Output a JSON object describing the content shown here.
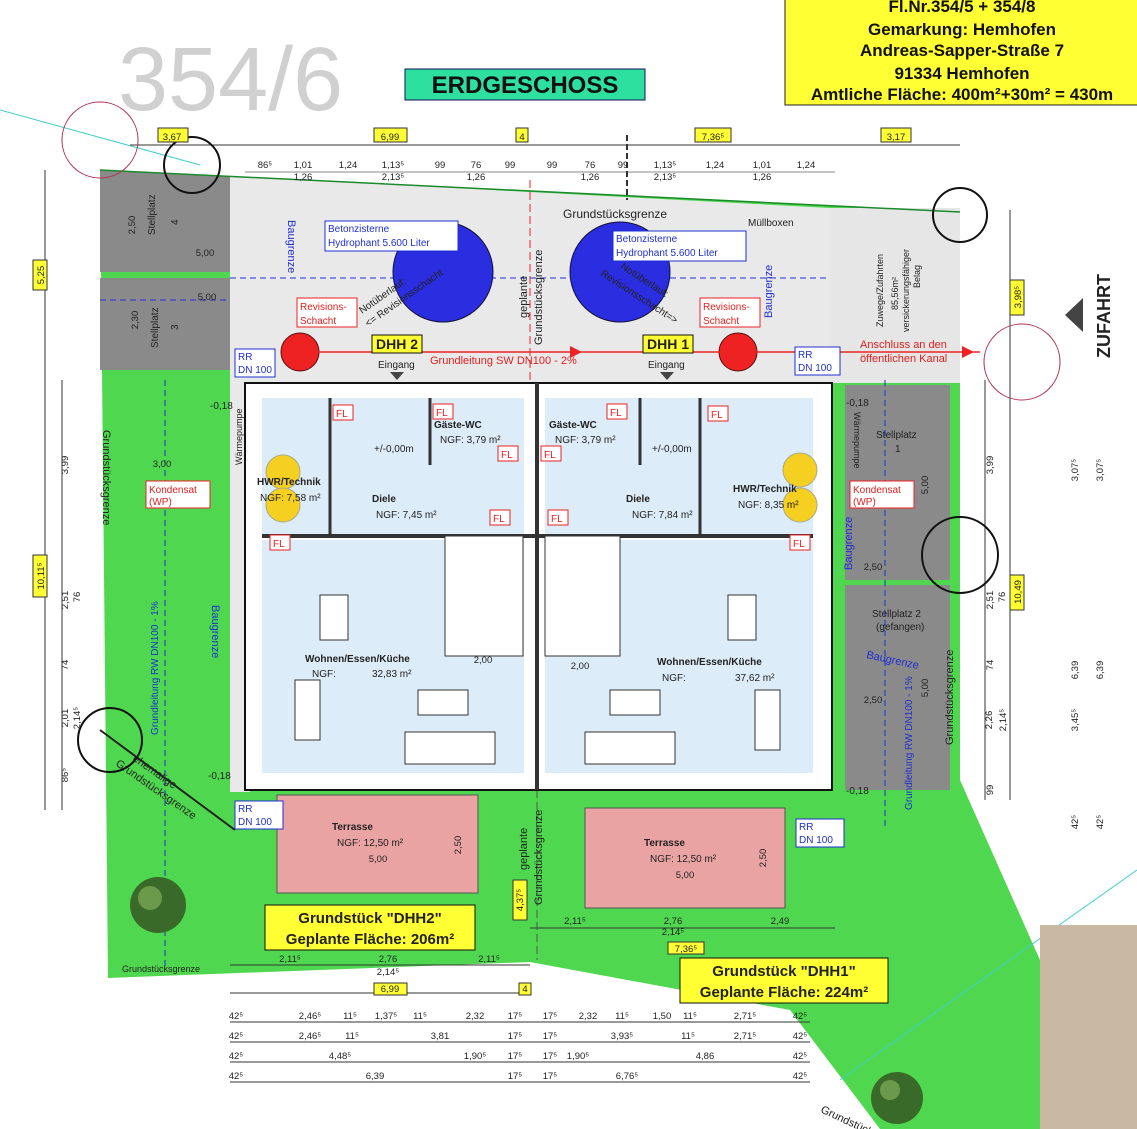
{
  "header": {
    "title": "ERDGESCHOSS",
    "watermark": "354/6",
    "info_lines": [
      "Fl.Nr.354/5 + 354/8",
      "Gemarkung: Hemhofen",
      "Andreas-Sapper-Straße 7",
      "91334 Hemhofen",
      "Amtliche Fläche: 400m²+30m² = 430m"
    ]
  },
  "colors": {
    "plot_green": "#4fd84f",
    "paving": "#e9e9e9",
    "parking": "#8a8a8a",
    "interior": "#dcecf8",
    "terrace": "#e9a3a3",
    "cistern": "#2a2ee0",
    "manhole": "#ee2222",
    "heatpump": "#f5d020",
    "label_yellow": "#ffff33",
    "title_green": "#2ee0a0"
  },
  "dims": {
    "top_main": [
      "3,67",
      "6,99",
      "4",
      "7,36⁵",
      "3,17"
    ],
    "top_row1": [
      "86⁵",
      "1,01",
      "1,24",
      "1,13⁵",
      "99",
      "76",
      "99",
      "99",
      "76",
      "99",
      "1,13⁵",
      "1,24",
      "1,01",
      "1,24"
    ],
    "top_row2": [
      "1,26",
      "2,13⁵",
      "1,26",
      "1,26",
      "2,13⁵",
      "1,26"
    ],
    "bottom_rows": [
      [
        "42⁵",
        "2,46⁵",
        "11⁵",
        "1,37⁵",
        "11⁵",
        "2,32",
        "17⁵",
        "17⁵",
        "2,32",
        "11⁵",
        "1,50",
        "11⁵",
        "2,71⁵",
        "42⁵"
      ],
      [
        "42⁵",
        "2,46⁵",
        "11⁵",
        "3,81",
        "17⁵",
        "17⁵",
        "3,93⁵",
        "11⁵",
        "2,71⁵",
        "42⁵"
      ],
      [
        "42⁵",
        "4,48⁵",
        "1,90⁵",
        "17⁵",
        "17⁵",
        "1,90⁵",
        "4,86",
        "42⁵"
      ],
      [
        "42⁵",
        "6,39",
        "17⁵",
        "17⁵",
        "6,76⁵",
        "42⁵"
      ]
    ],
    "left_vertical": [
      "5,25",
      "10,11⁵",
      "3,99",
      "2,51",
      "76",
      "74",
      "2,01",
      "2,14⁵",
      "86⁵"
    ],
    "right_vertical": [
      "3,98⁵",
      "10,49",
      "3,99",
      "2,51",
      "76",
      "74",
      "2,26",
      "2,14⁵",
      "99",
      "3,07⁵",
      "3,07⁵",
      "6,39",
      "6,39",
      "3,45⁵",
      "42⁵",
      "42⁵"
    ],
    "terrace_left": [
      "5,00",
      "2,50"
    ],
    "terrace_right": [
      "5,00",
      "2,50"
    ],
    "bottom_left": [
      "2,11⁵",
      "2,76",
      "2,14⁵",
      "2,11⁵",
      "6,99",
      "4"
    ],
    "bottom_right": [
      "2,11⁵",
      "2,76",
      "2,14⁵",
      "2,49",
      "7,36⁵",
      "4,37⁵"
    ],
    "parking_left": [
      "2,50",
      "5,00",
      "5,00",
      "2,30",
      "3,00"
    ],
    "parking_right": [
      "5,00",
      "2,50",
      "5,00",
      "2,50"
    ],
    "living": [
      "2,00",
      "2,00"
    ]
  },
  "labels": {
    "grundstuecksgrenze": "Grundstücksgrenze",
    "muellboxen": "Müllboxen",
    "cistern": [
      "Betonzisterne",
      "Hydrophant 5.600 Liter"
    ],
    "notueberlauf_left": [
      "Notüberlauf:",
      "<= Revisionsschacht"
    ],
    "notueberlauf_right": [
      "Notüberlauf:",
      "Revisionsschacht=>"
    ],
    "geplante": [
      "geplante",
      "Grundstücksgrenze"
    ],
    "baugrenze": "Baugrenze",
    "revisionsschacht": [
      "Revisions-",
      "Schacht"
    ],
    "rr": [
      "RR",
      "DN 100"
    ],
    "dhh2": "DHH 2",
    "dhh1": "DHH 1",
    "eingang": "Eingang",
    "grundleitung_sw": "Grundleitung SW DN100 - 2%",
    "anschluss": [
      "Anschluss an den",
      "öffentlichen Kanal"
    ],
    "zuwege": [
      "Zuwege/Zufahrten",
      "85,56m²",
      "versickerungsfähiger",
      "Belag"
    ],
    "zufahrt": "ZUFAHRT",
    "stellplatz": [
      "Stellplatz",
      "4",
      "Stellplatz",
      "3",
      "Stellplatz",
      "1",
      "Stellplatz 2",
      "(gefangen)"
    ],
    "waermepumpe": "Wärmepumpe",
    "kondensat": [
      "Kondensat",
      "(WP)"
    ],
    "grundleitung_rw": "Grundleitung RW DN100 - 1%",
    "ehemalige": [
      "ehemalige",
      "Grundstücksgrenze"
    ],
    "level": "+/-0,00m",
    "height_offset": "-0,18",
    "fl": "FL"
  },
  "rooms": {
    "dhh2": {
      "wc": {
        "name": "Gäste-WC",
        "area": "NGF: 3,79 m²"
      },
      "hwr": {
        "name": "HWR/Technik",
        "area": "NGF: 7,58 m²"
      },
      "diele": {
        "name": "Diele",
        "area": "NGF: 7,45 m²"
      },
      "wohnen": {
        "name": "Wohnen/Essen/Küche",
        "area_label": "NGF:",
        "area": "32,83 m²"
      },
      "terrasse": {
        "name": "Terrasse",
        "area": "NGF: 12,50 m²"
      }
    },
    "dhh1": {
      "wc": {
        "name": "Gäste-WC",
        "area": "NGF: 3,79 m²"
      },
      "hwr": {
        "name": "HWR/Technik",
        "area": "NGF: 8,35 m²"
      },
      "diele": {
        "name": "Diele",
        "area": "NGF: 7,84 m²"
      },
      "wohnen": {
        "name": "Wohnen/Essen/Küche",
        "area_label": "NGF:",
        "area": "37,62 m²"
      },
      "terrasse": {
        "name": "Terrasse",
        "area": "NGF: 12,50 m²"
      }
    }
  },
  "plots": {
    "dhh2": [
      "Grundstück \"DHH2\"",
      "Geplante Fläche: 206m²"
    ],
    "dhh1": [
      "Grundstück \"DHH1\"",
      "Geplante Fläche: 224m²"
    ]
  }
}
